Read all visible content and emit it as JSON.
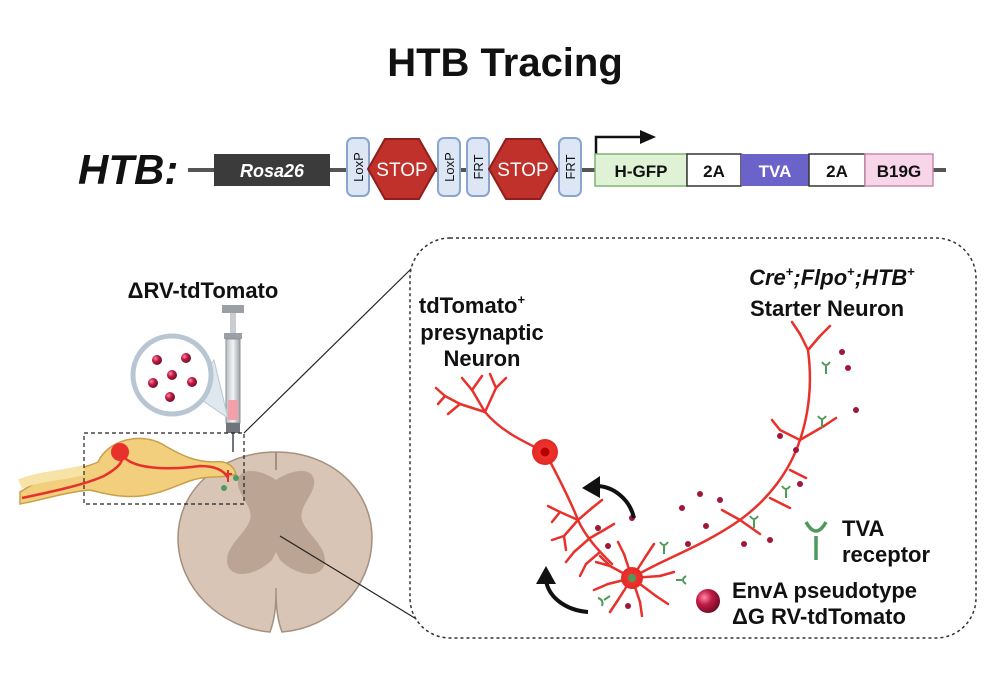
{
  "title": "HTB Tracing",
  "construct": {
    "label": "HTB:",
    "rosa26": "Rosa26",
    "loxp": "LoxP",
    "stop": "STOP",
    "frt": "FRT",
    "hgfp": "H-GFP",
    "two_a": "2A",
    "tva": "TVA",
    "b19g": "B19G"
  },
  "injection": {
    "label": "ΔRV-tdTomato"
  },
  "inset": {
    "presynaptic": {
      "line1_main": "tdTomato",
      "line1_sup": "+",
      "line2": "presynaptic",
      "line3": "Neuron"
    },
    "starter": {
      "cre": "Cre",
      "flpo": "Flpo",
      "htb": "HTB",
      "plus": "+",
      "sep": ";",
      "line2": "Starter Neuron"
    },
    "legend": {
      "tva_line1": "TVA",
      "tva_line2": "receptor",
      "envA_line1": "EnvA pseudotype",
      "envA_line2": "ΔG RV-tdTomato"
    }
  },
  "colors": {
    "stop_fill": "#c0312b",
    "stop_stroke": "#8e1f1a",
    "loxp_fill": "#dce6f5",
    "loxp_stroke": "#8aa6cf",
    "rosa_fill": "#3b3b3b",
    "hgfp_fill": "#dff2d5",
    "tva_fill": "#6b63c9",
    "b19g_fill": "#f7d6ea",
    "neuron_red": "#e8312b",
    "tva_green": "#4f9a5a",
    "virus": "#a0173a",
    "drg_fill": "#f1cf7c",
    "cord_fill": "#d8c5b5",
    "cord_gray": "#bba493"
  }
}
